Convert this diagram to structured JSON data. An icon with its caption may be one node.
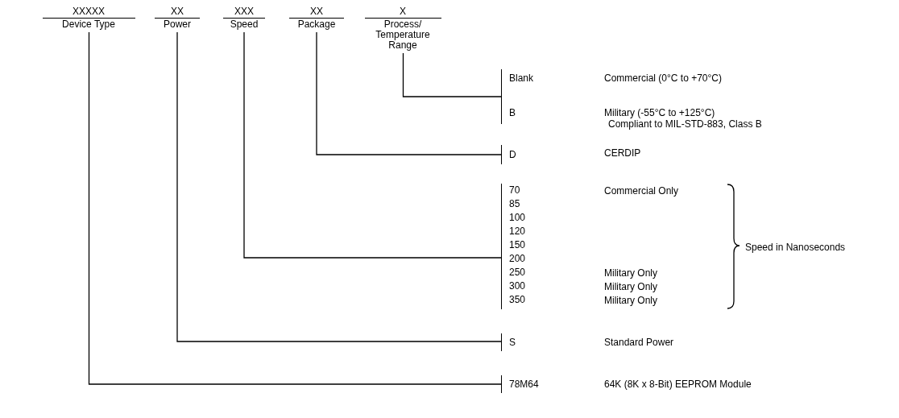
{
  "diagram": {
    "nodes": [
      {
        "text": [
          "XXXXX",
          "Device Type"
        ]
      },
      {
        "text": [
          "XX",
          "Power"
        ]
      },
      {
        "text": [
          "XXX",
          "Speed"
        ]
      },
      {
        "text": [
          "XX",
          "Package"
        ]
      },
      {
        "text": [
          "X",
          "Process/ Temperature Range"
        ]
      },
      {
        "text": [
          "Blank",
          "B"
        ]
      },
      {
        "text": [
          "D"
        ]
      },
      {
        "text": [
          "70",
          "85",
          "100",
          "120",
          "150",
          "200",
          "250",
          "300",
          "350"
        ]
      },
      {
        "text": [
          "S"
        ]
      },
      {
        "text": [
          "78M64"
        ]
      }
    ],
    "edges": [
      {
        "from": 4,
        "to": 5,
        "arrow": "none"
      },
      {
        "from": 3,
        "to": 6,
        "arrow": "none"
      },
      {
        "from": 2,
        "to": 7,
        "arrow": "none"
      },
      {
        "from": 1,
        "to": 8,
        "arrow": "none"
      },
      {
        "from": 0,
        "to": 9,
        "arrow": "none"
      }
    ],
    "labels": [
      "Commercial (0°C to +70°C)",
      "Military (-55°C to +125°C)",
      "Compliant to MIL-STD-883, Class B",
      "CERDIP",
      "Commercial Only",
      "Speed in Nanoseconds",
      "Military Only",
      "Military Only",
      "Military Only",
      "Standard Power",
      "64K (8K x 8-Bit) EEPROM Module"
    ]
  }
}
